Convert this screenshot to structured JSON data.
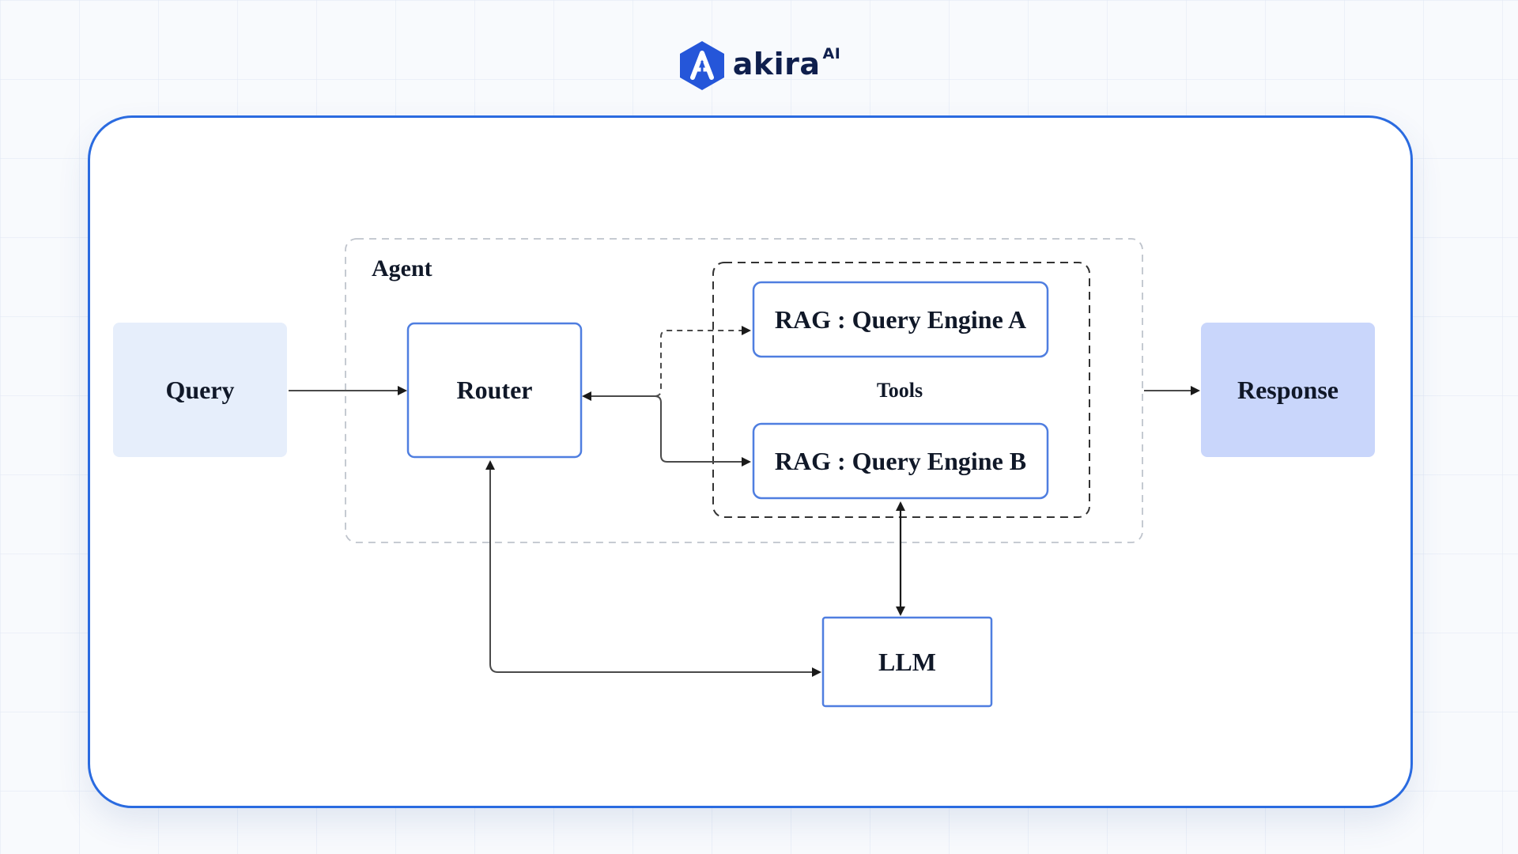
{
  "header": {
    "brand": "akira",
    "brand_suffix": "AI",
    "logo_icon": "akira-hexagon-logo-icon"
  },
  "diagram": {
    "nodes": {
      "query": "Query",
      "router": "Router",
      "engine_a": "RAG : Query Engine A",
      "engine_b": "RAG : Query Engine B",
      "response": "Response",
      "llm": "LLM"
    },
    "groups": {
      "agent": "Agent",
      "tools": "Tools"
    }
  },
  "colors": {
    "accent": "#2a6be0",
    "query_fill": "#e6eefb",
    "response_fill": "#c9d6fb",
    "node_border": "#4f7ee0",
    "text": "#101828",
    "arrow": "#1a1a1a"
  }
}
